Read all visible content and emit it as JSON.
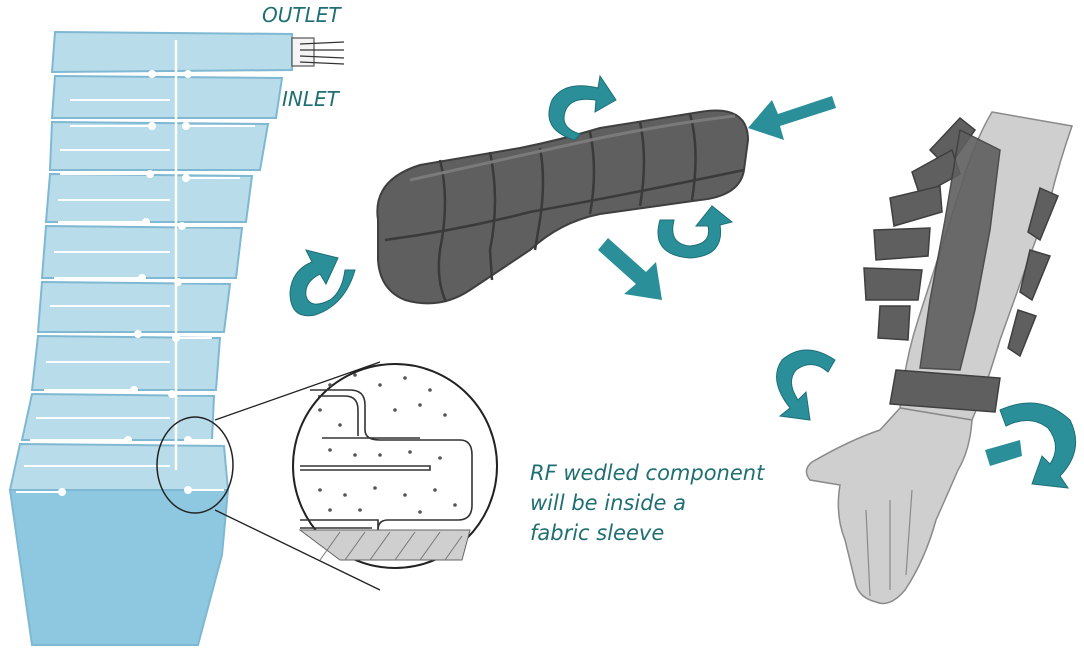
{
  "labels": {
    "outlet": "OUTLET",
    "inlet": "INLET",
    "note_line1": "RF wedled component",
    "note_line2": "will be inside a",
    "note_line3": "fabric sleeve"
  },
  "colors": {
    "panel_fill": "#b9dcea",
    "panel_stroke": "#7fb8d2",
    "panel_bottom": "#8ec8e0",
    "arrow_teal": "#2a8f98",
    "arrow_dark": "#1d6f77",
    "device_gray": "#5f5f5f",
    "device_edge": "#3f3f3f",
    "arm_gray": "#cfcfcf",
    "label_text": "#1f6f73"
  },
  "icons": {
    "rotation_arrow": "curved-rotation-arrow-icon",
    "straight_arrow": "straight-arrow-icon"
  }
}
